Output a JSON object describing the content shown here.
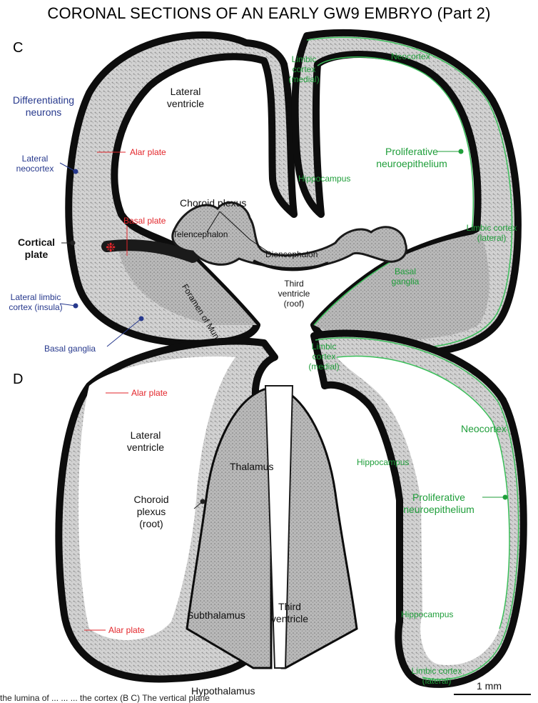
{
  "title": "CORONAL SECTIONS OF AN EARLY GW9 EMBRYO (Part 2)",
  "panels": {
    "c": "C",
    "d": "D"
  },
  "labels_c": {
    "differentiating_neurons": [
      "Differentiating",
      "neurons"
    ],
    "lateral_neocortex": [
      "Lateral",
      "neocortex"
    ],
    "cortical_plate": [
      "Cortical",
      "plate"
    ],
    "lateral_limbic_cortex_insula": [
      "Lateral limbic",
      "cortex (insula)"
    ],
    "basal_ganglia_left": "Basal ganglia",
    "alar_plate": "Alar plate",
    "basal_plate": "Basal plate",
    "asterisk": "❉",
    "lateral_ventricle": [
      "Lateral",
      "ventricle"
    ],
    "choroid_plexus": "Choroid plexus",
    "telencephalon": "Telencephalon",
    "diencephalon": "Diencephalon",
    "foramen_of_munro": "Foramen of Munro",
    "third_ventricle_roof": [
      "Third",
      "ventricle",
      "(roof)"
    ],
    "limbic_cortex_medial": [
      "Limbic",
      "cortex",
      "(medial)"
    ],
    "neocortex": "Neocortex",
    "proliferative_neuroepithelium": [
      "Proliferative",
      "neuroepithelium"
    ],
    "hippocampus": "Hippocampus",
    "limbic_cortex_lateral": [
      "Limbic cortex",
      "(lateral)"
    ],
    "basal_ganglia_right": [
      "Basal",
      "ganglia"
    ]
  },
  "labels_d": {
    "alar_plate_top": "Alar plate",
    "lateral_ventricle": [
      "Lateral",
      "ventricle"
    ],
    "thalamus": "Thalamus",
    "choroid_plexus_root": [
      "Choroid",
      "plexus",
      "(root)"
    ],
    "alar_plate_bottom": "Alar plate",
    "subthalamus": "Subthalamus",
    "third_ventricle": [
      "Third",
      "ventricle"
    ],
    "hypothalamus": "Hypothalamus",
    "limbic_cortex_medial": [
      "Limbic",
      "cortex",
      "(medial)"
    ],
    "neocortex": "Neocortex",
    "hippocampus_upper": "Hippocampus",
    "proliferative_neuroepithelium": [
      "Proliferative",
      "neuroepithelium"
    ],
    "hippocampus_lower": "Hippocampus",
    "limbic_cortex_lateral": [
      "Limbic cortex",
      "(lateral)"
    ]
  },
  "scale_bar": "1 mm",
  "caption_fragment": "the lumina of ...   ...   ...   the cortex (B C) The vertical plane"
}
